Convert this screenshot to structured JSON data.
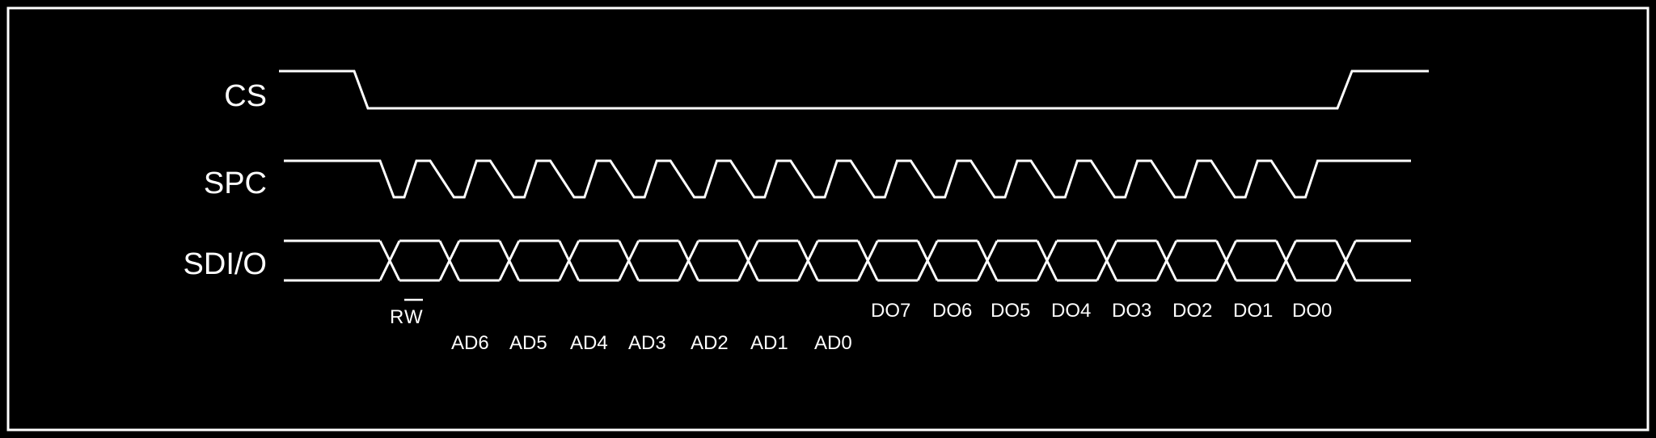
{
  "colors": {
    "background": "#000000",
    "foreground": "#ffffff"
  },
  "signals": {
    "cs": "CS",
    "spc": "SPC",
    "sdio": "SDI/O"
  },
  "bits": {
    "rw_r": "R",
    "rw_w": "W",
    "address": [
      "AD6",
      "AD5",
      "AD4",
      "AD3",
      "AD2",
      "AD1",
      "AD0"
    ],
    "data": [
      "DO7",
      "DO6",
      "DO5",
      "DO4",
      "DO3",
      "DO2",
      "DO1",
      "DO0"
    ]
  }
}
